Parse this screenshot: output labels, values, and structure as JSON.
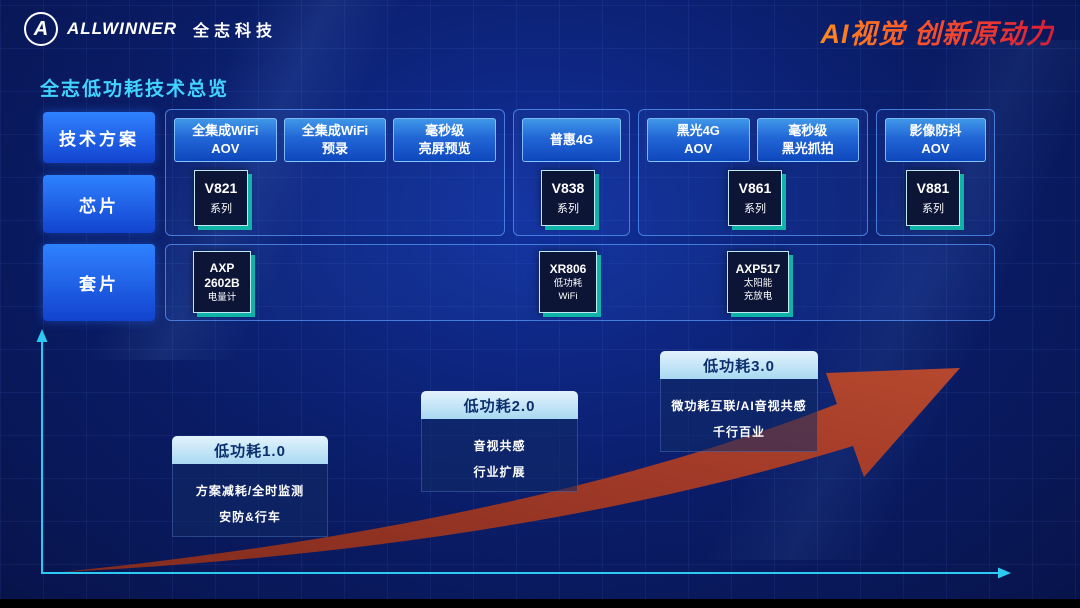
{
  "colors": {
    "background": "#0a1c64",
    "accent_cyan": "#41d4ff",
    "label_blue_top": "#2f82ff",
    "label_blue_bottom": "#1243cf",
    "solution_blue": "#2266d6",
    "chip_teal": "#0fb3a8",
    "arrow_red": "#9c3526",
    "stage_header_blue": "#bfe3f7",
    "slogan_gradient": [
      "#ff8a1c",
      "#d91e38"
    ]
  },
  "header": {
    "logo_letter": "A",
    "brand": "ALLWINNER",
    "brand_cn": "全志科技",
    "slogan": "AI视觉 创新原动力"
  },
  "page_title": "全志低功耗技术总览",
  "row_labels": {
    "solutions": "技术方案",
    "chips": "芯片",
    "companions": "套片"
  },
  "groups": [
    {
      "solutions": [
        {
          "line1": "全集成WiFi",
          "line2": "AOV"
        },
        {
          "line1": "全集成WiFi",
          "line2": "预录"
        },
        {
          "line1": "毫秒级",
          "line2": "亮屏预览"
        }
      ],
      "chip": {
        "name": "V821",
        "suffix": "系列"
      }
    },
    {
      "solutions": [
        {
          "line1": "普惠4G",
          "line2": ""
        }
      ],
      "chip": {
        "name": "V838",
        "suffix": "系列"
      }
    },
    {
      "solutions": [
        {
          "line1": "黑光4G",
          "line2": "AOV"
        },
        {
          "line1": "毫秒级",
          "line2": "黑光抓拍"
        }
      ],
      "chip": {
        "name": "V861",
        "suffix": "系列"
      }
    },
    {
      "solutions": [
        {
          "line1": "影像防抖",
          "line2": "AOV"
        }
      ],
      "chip": {
        "name": "V881",
        "suffix": "系列"
      }
    }
  ],
  "companions": [
    {
      "name1": "AXP",
      "name2": "2602B",
      "desc1": "电量计",
      "desc2": ""
    },
    {
      "name1": "XR806",
      "name2": "",
      "desc1": "低功耗",
      "desc2": "WiFi"
    },
    {
      "name1": "AXP517",
      "name2": "",
      "desc1": "太阳能",
      "desc2": "充放电"
    }
  ],
  "stages": [
    {
      "title": "低功耗1.0",
      "line1": "方案减耗/全时监测",
      "line2": "安防&行车"
    },
    {
      "title": "低功耗2.0",
      "line1": "音视共感",
      "line2": "行业扩展"
    },
    {
      "title": "低功耗3.0",
      "line1": "微功耗互联/AI音视共感",
      "line2": "千行百业"
    }
  ]
}
